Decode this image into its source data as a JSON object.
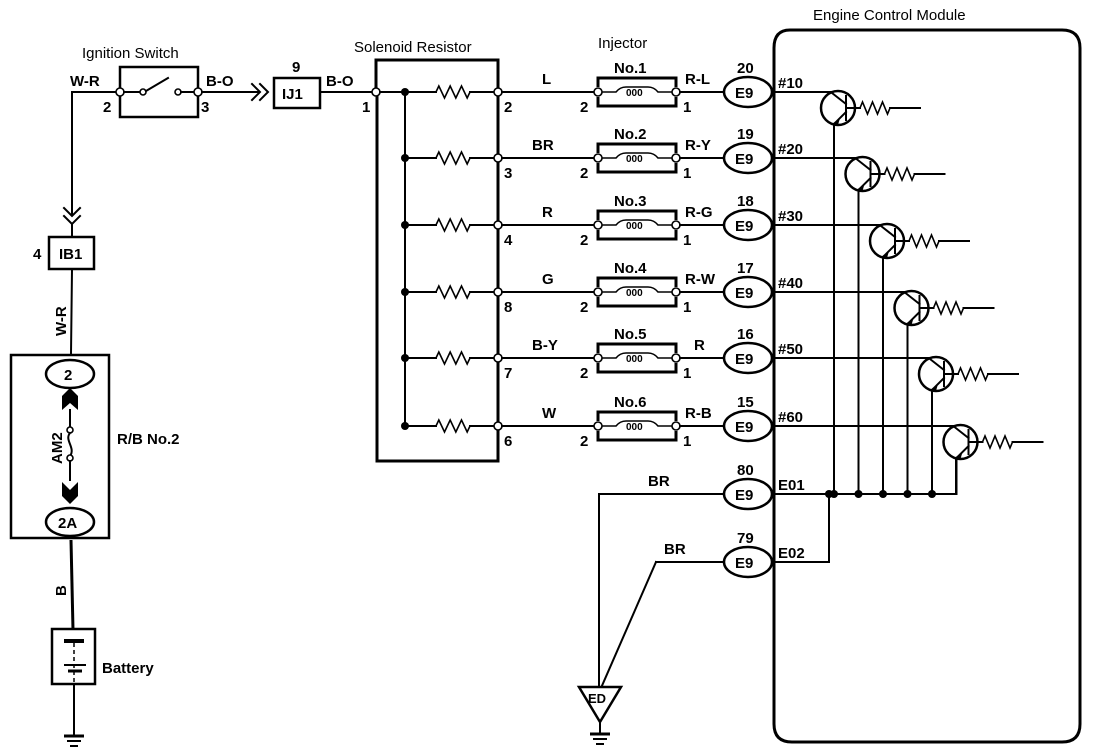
{
  "diagram": {
    "components": {
      "ignition_switch": {
        "title": "Ignition Switch",
        "pin_left": "2",
        "pin_right": "3"
      },
      "connector_ij1": {
        "label": "IJ1",
        "pin": "9"
      },
      "connector_ib1": {
        "label": "IB1",
        "pin": "4"
      },
      "solenoid_resistor": {
        "title": "Solenoid Resistor",
        "input_pin": "1",
        "output_pins": [
          "2",
          "3",
          "4",
          "8",
          "7",
          "6"
        ]
      },
      "injector": {
        "title": "Injector"
      },
      "relay_block": {
        "label": "R/B No.2",
        "fuse": "AM2",
        "top_terminal": "2",
        "bottom_terminal": "2A"
      },
      "battery": {
        "label": "Battery"
      },
      "ecm": {
        "title": "Engine Control Module"
      },
      "ground": {
        "label": "ED"
      }
    },
    "wires": {
      "ign_in": "W-R",
      "ign_out": "B-O",
      "ij1_out": "B-O",
      "ib1_to_rb": "W-R",
      "rb_to_batt": "B",
      "gnd_e01": "BR",
      "gnd_e02": "BR"
    },
    "injectors": [
      {
        "name": "No.1",
        "in_wire": "L",
        "in_pin": "2",
        "out_pin": "1",
        "out_wire": "R-L",
        "ecm_pin": "20",
        "connector": "E9",
        "signal": "#10",
        "res_pin": "2"
      },
      {
        "name": "No.2",
        "in_wire": "BR",
        "in_pin": "2",
        "out_pin": "1",
        "out_wire": "R-Y",
        "ecm_pin": "19",
        "connector": "E9",
        "signal": "#20",
        "res_pin": "3"
      },
      {
        "name": "No.3",
        "in_wire": "R",
        "in_pin": "2",
        "out_pin": "1",
        "out_wire": "R-G",
        "ecm_pin": "18",
        "connector": "E9",
        "signal": "#30",
        "res_pin": "4"
      },
      {
        "name": "No.4",
        "in_wire": "G",
        "in_pin": "2",
        "out_pin": "1",
        "out_wire": "R-W",
        "ecm_pin": "17",
        "connector": "E9",
        "signal": "#40",
        "res_pin": "8"
      },
      {
        "name": "No.5",
        "in_wire": "B-Y",
        "in_pin": "2",
        "out_pin": "1",
        "out_wire": "R",
        "ecm_pin": "16",
        "connector": "E9",
        "signal": "#50",
        "res_pin": "7"
      },
      {
        "name": "No.6",
        "in_wire": "W",
        "in_pin": "2",
        "out_pin": "1",
        "out_wire": "R-B",
        "ecm_pin": "15",
        "connector": "E9",
        "signal": "#60",
        "res_pin": "6"
      }
    ],
    "grounds": [
      {
        "ecm_pin": "80",
        "connector": "E9",
        "signal": "E01",
        "wire": "BR"
      },
      {
        "ecm_pin": "79",
        "connector": "E9",
        "signal": "E02",
        "wire": "BR"
      }
    ]
  }
}
